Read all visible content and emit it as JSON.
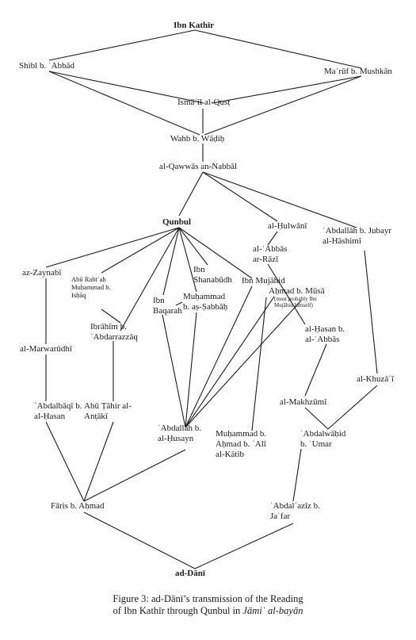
{
  "nodes": {
    "ibn_kathir": "Ibn Kathīr",
    "shibl": "Shibl b. ʿAbbād",
    "maruf": "Maʿrūf b. Mushkān",
    "ismail": "Ismāʿīl al-Qusṭ",
    "wahb": "Wahb b. Wāḍiḥ",
    "qawwas": "al-Qawwās an-Nabbāl",
    "qunbul": "Qunbul",
    "hulwani": "al-Ḥulwānī",
    "abdallah_jubayr": "ʿAbdallāh b. Jubayr\nal-Hāshimī",
    "zaynabi": "az-Zaynabī",
    "abu_rabiah": "Abū Rabīʿah\nMuḥammad b.\nIsḥāq",
    "ibn_baqarah": "Ibn\nBaqarah",
    "muh_sabbah": "Muḥammad\nb. aṣ-Ṣabbāḥ",
    "ibn_shanabudh": "Ibn\nShanabūdh",
    "abbas_razi": "al-ʿAbbās\nar-Rāzī",
    "ibn_mujahid": "Ibn Mujāhid",
    "ahmad_musa": "Aḥmad b. Mūsā",
    "ahmad_musa_note": "(most probably Ibn\nMujāhid himself)",
    "ibrahim": "Ibrāhīm b.\nʿAbdarrazzāq",
    "marwarudhi": "al-Marwarūdhī",
    "hasan_abbas": "al-Ḥasan b.\nal-ʿAbbās",
    "khuzai": "al-Khuzāʿī",
    "makhzumi": "al-Makhzūmī",
    "abdalbaqi": "ʿAbdalbāqī b.\nal-Ḥasan",
    "abu_tahir": "Abū Ṭāhir al-\nAnṭākī",
    "abdallah_husayn": "ʿAbdallāh b.\nal-Ḥusayn",
    "muh_katib": "Muḥammad b.\nAḥmad b. ʿAlī\nal-Kātib",
    "abdalwahid": "ʿAbdalwāḥid\nb. ʿUmar",
    "faris": "Fāris b. Aḥmad",
    "abdalaziz": "ʿAbdalʿazīz b.\nJaʿfar",
    "dani": "ad-Dānī"
  },
  "caption": {
    "line1": "Figure 3: ad-Dānī’s transmission of the Reading",
    "line2_prefix": "of Ibn Kathīr through Qunbul in ",
    "line2_title": "Jāmiʿ al-bayān"
  },
  "colors": {
    "line": "#1a1a1a",
    "text": "#1a1a1a",
    "background": "#ffffff"
  }
}
